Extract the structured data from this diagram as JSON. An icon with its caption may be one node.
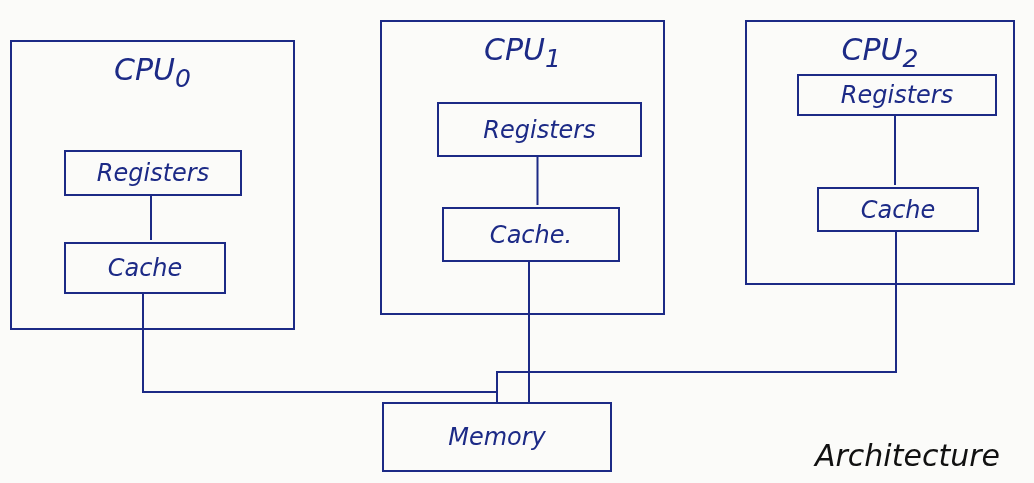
{
  "diagram": {
    "nodes": [
      {
        "text": [
          "CPU$_{0}$"
        ]
      },
      {
        "text": [
          "Registers"
        ],
        "in": 0
      },
      {
        "text": [
          "Cache"
        ],
        "in": 0
      },
      {
        "text": [
          "CPU$_{1}$"
        ]
      },
      {
        "text": [
          "Registers"
        ],
        "in": 3
      },
      {
        "text": [
          "Cache."
        ],
        "in": 3
      },
      {
        "text": [
          "CPU$_{2}$"
        ]
      },
      {
        "text": [
          "Registers"
        ],
        "in": 6
      },
      {
        "text": [
          "Cache"
        ],
        "in": 6
      },
      {
        "text": [
          "Memory"
        ]
      }
    ],
    "edges": [
      {
        "from": 1,
        "to": 2,
        "arrow": "none"
      },
      {
        "from": 4,
        "to": 5,
        "arrow": "none"
      },
      {
        "from": 7,
        "to": 8,
        "arrow": "none"
      },
      {
        "from": 2,
        "to": 9,
        "arrow": "none"
      },
      {
        "from": 5,
        "to": 9,
        "arrow": "none"
      },
      {
        "from": 8,
        "to": 9,
        "arrow": "none"
      }
    ],
    "labels": [
      "Architecture"
    ]
  }
}
